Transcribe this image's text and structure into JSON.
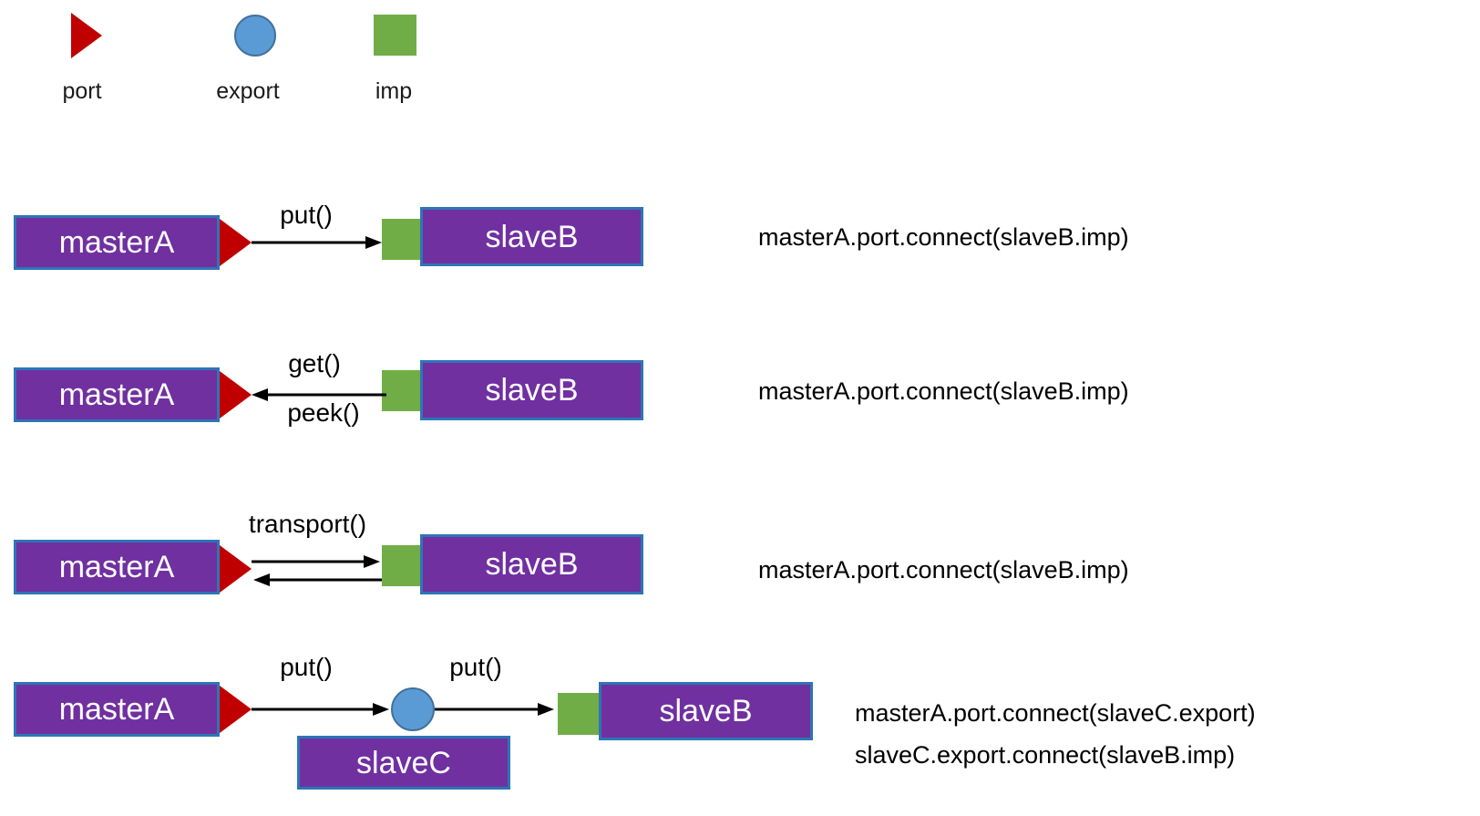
{
  "legend": {
    "port_label": "port",
    "export_label": "export",
    "imp_label": "imp"
  },
  "colors": {
    "module_fill": "#7030A0",
    "module_border": "#2E75B6",
    "port_red": "#C00000",
    "export_blue": "#5B9BD5",
    "export_blue_border": "#41719C",
    "imp_green": "#70AD47",
    "text_black": "#000000"
  },
  "rows": [
    {
      "master": "masterA",
      "slave": "slaveB",
      "label_top": "put()",
      "code": [
        "masterA.port.connect(slaveB.imp)"
      ]
    },
    {
      "master": "masterA",
      "slave": "slaveB",
      "label_top": "get()",
      "label_bottom": "peek()",
      "code": [
        "masterA.port.connect(slaveB.imp)"
      ]
    },
    {
      "master": "masterA",
      "slave": "slaveB",
      "label_top": "transport()",
      "code": [
        "masterA.port.connect(slaveB.imp)"
      ]
    },
    {
      "master": "masterA",
      "via": "slaveC",
      "slave": "slaveB",
      "label_left": "put()",
      "label_right": "put()",
      "code": [
        "masterA.port.connect(slaveC.export)",
        "slaveC.export.connect(slaveB.imp)"
      ]
    }
  ]
}
